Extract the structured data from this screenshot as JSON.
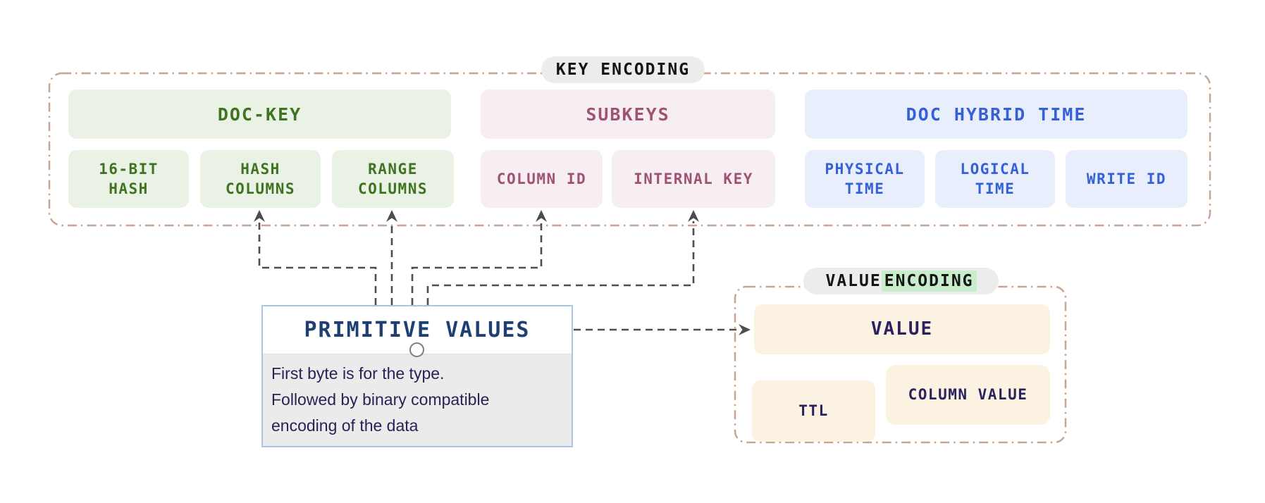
{
  "canvas": {
    "background": "#ffffff"
  },
  "colors": {
    "container_border": "#c9a591",
    "connector": "#4d4d4d",
    "pill_bg": "#ececec",
    "highlight_bg": "#c8edcb",
    "green_bg": "#e9f2e4",
    "green_text": "#3f7221",
    "pink_bg": "#f7eef1",
    "pink_text": "#9e5276",
    "blue_bg": "#e8eefb",
    "blue_text": "#3561d8",
    "cream_bg": "#fbf2e2",
    "cream_text": "#29225e",
    "pv_border": "#a8c5e6",
    "pv_title_text": "#1d3f72",
    "pv_body_bg": "#ebebeb",
    "pv_body_text": "#2c2157"
  },
  "key_encoding": {
    "label": "KEY ENCODING",
    "groups": [
      {
        "title": "DOC-KEY",
        "items": [
          {
            "label": "16-BIT\nHASH"
          },
          {
            "label": "HASH\nCOLUMNS"
          },
          {
            "label": "RANGE\nCOLUMNS"
          }
        ]
      },
      {
        "title": "SUBKEYS",
        "items": [
          {
            "label": "COLUMN ID"
          },
          {
            "label": "INTERNAL KEY"
          }
        ]
      },
      {
        "title": "DOC HYBRID TIME",
        "items": [
          {
            "label": "PHYSICAL\nTIME"
          },
          {
            "label": "LOGICAL\nTIME"
          },
          {
            "label": "WRITE ID"
          }
        ]
      }
    ]
  },
  "primitive_values": {
    "title": "PRIMITIVE VALUES",
    "description": "First byte is for the type.\nFollowed by binary compatible\nencoding of the data"
  },
  "value_encoding": {
    "label_prefix": "VALUE ",
    "label_highlight": "ENCODING",
    "items": [
      {
        "label": "VALUE"
      },
      {
        "label": "TTL"
      },
      {
        "label": "COLUMN VALUE"
      }
    ]
  },
  "connections": [
    {
      "from": "primitive-values",
      "to": "hash-columns"
    },
    {
      "from": "primitive-values",
      "to": "range-columns"
    },
    {
      "from": "primitive-values",
      "to": "column-id"
    },
    {
      "from": "primitive-values",
      "to": "internal-key"
    },
    {
      "from": "primitive-values",
      "to": "value"
    }
  ]
}
